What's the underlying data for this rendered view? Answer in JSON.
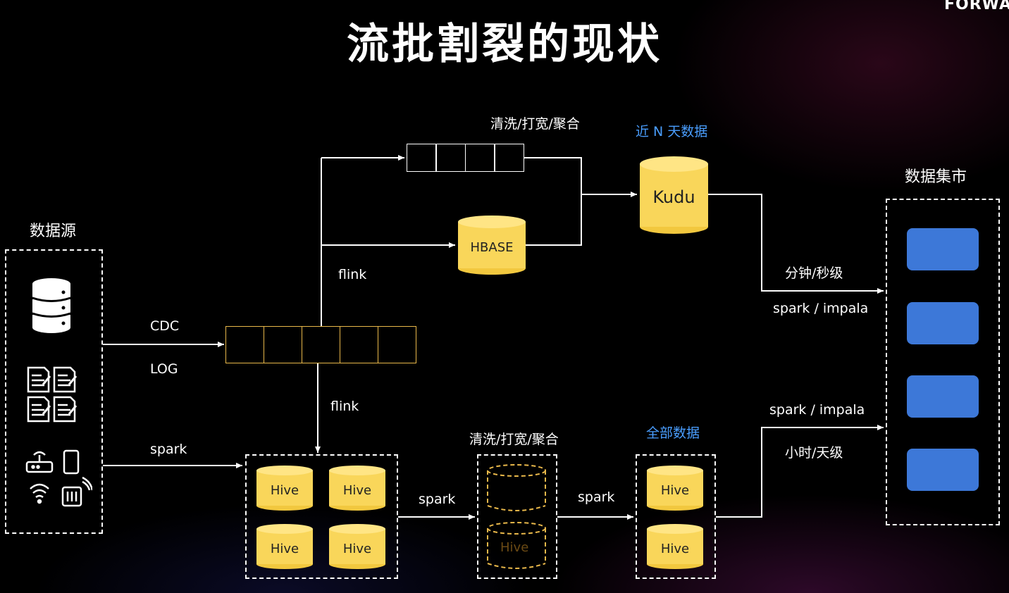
{
  "title": "流批割裂的现状",
  "logo_text": "FORWA",
  "source": {
    "label": "数据源",
    "icons": [
      "database-icon",
      "document-icon",
      "iot-device-icon"
    ]
  },
  "ingest": {
    "cdc": "CDC",
    "log": "LOG",
    "spark": "spark"
  },
  "stream": {
    "flink_top": "flink",
    "flink_bottom": "flink",
    "clean_label": "清洗/打宽/聚合",
    "hbase": "HBASE",
    "kudu": "Kudu",
    "recent_label": "近 N 天数据"
  },
  "batch": {
    "hive_tables": [
      "Hive",
      "Hive",
      "Hive",
      "Hive"
    ],
    "spark_1": "spark",
    "clean_label": "清洗/打宽/聚合",
    "faded_hive": "Hive",
    "spark_2": "spark",
    "all_label": "全部数据",
    "all_hive": [
      "Hive",
      "Hive"
    ]
  },
  "mart": {
    "label": "数据集市",
    "top_latency": "分钟/秒级",
    "top_engine": "spark / impala",
    "bottom_engine": "spark / impala",
    "bottom_latency": "小时/天级",
    "blocks": 4
  },
  "colors": {
    "background": "#000000",
    "cylinder": "#f9d65a",
    "highlight_text": "#4a9eff",
    "mart_block": "#3d78d8",
    "queue_border_gold": "#e9b84a"
  }
}
